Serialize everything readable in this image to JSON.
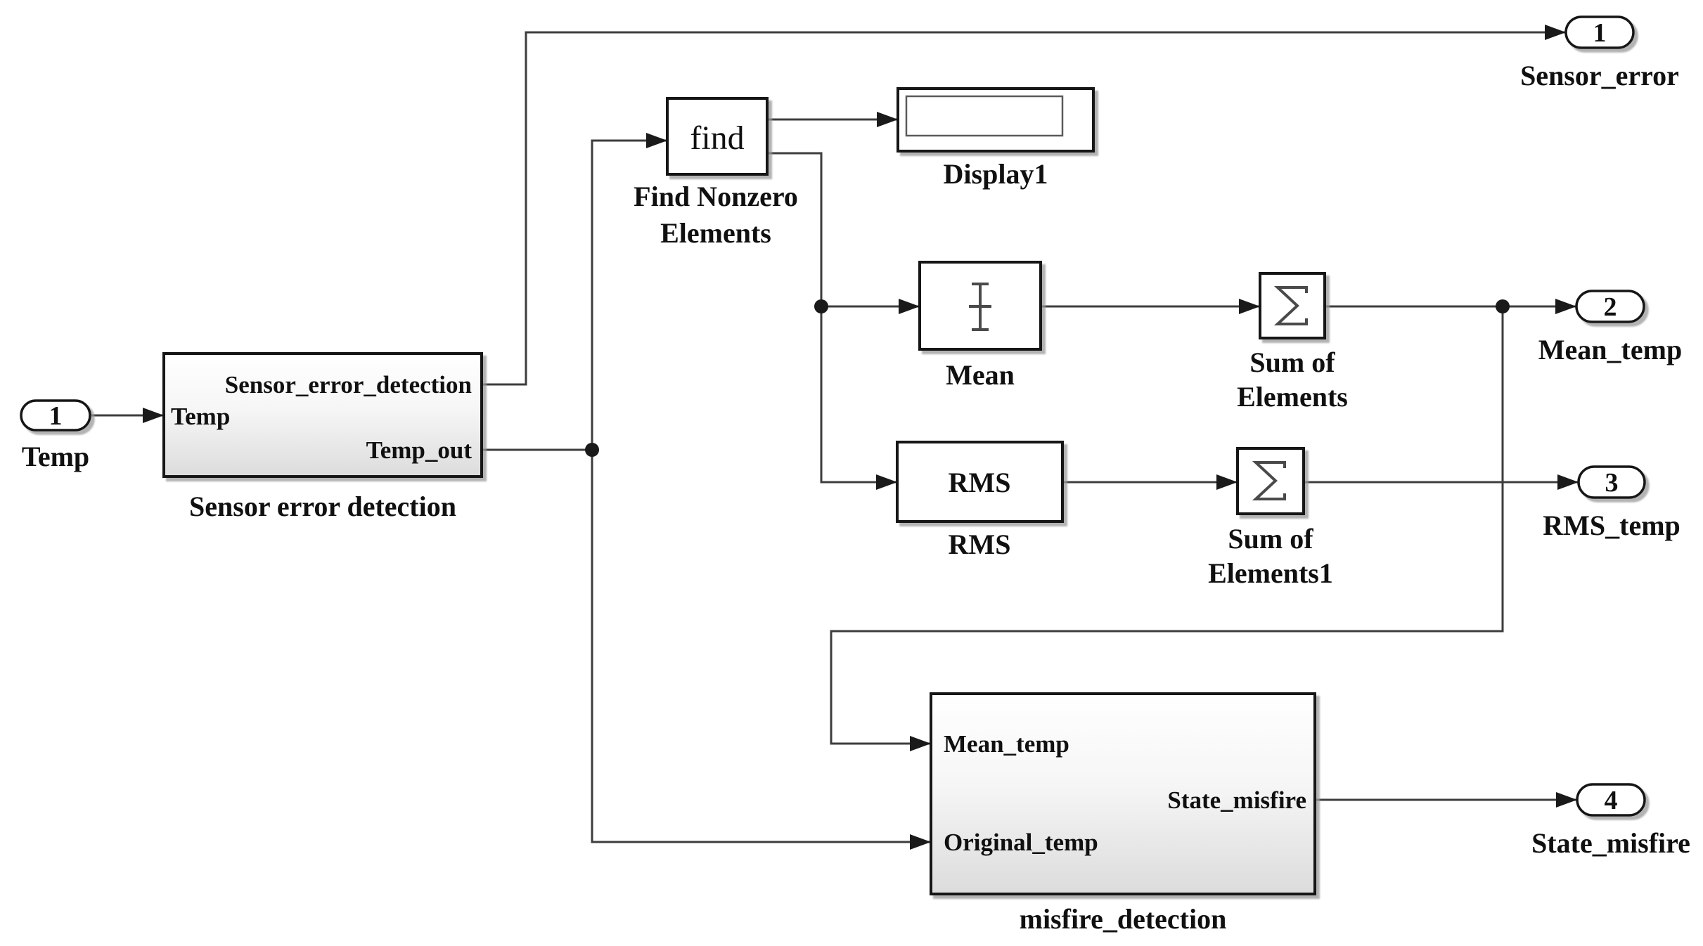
{
  "diagram": {
    "type": "simulink-block-diagram",
    "colors": {
      "background": "#ffffff",
      "wire": "#3d3d3d",
      "block_border": "#161616",
      "subsystem_fill_top": "#ffffff",
      "subsystem_fill_bottom": "#dcdcdc",
      "shadow": "#999999"
    },
    "inport": {
      "number": "1",
      "label": "Temp"
    },
    "outports": [
      {
        "number": "1",
        "label": "Sensor_error"
      },
      {
        "number": "2",
        "label": "Mean_temp"
      },
      {
        "number": "3",
        "label": "RMS_temp"
      },
      {
        "number": "4",
        "label": "State_misfire"
      }
    ],
    "sensor_subsystem": {
      "name": "Sensor error detection",
      "port_in": "Temp",
      "port_out_top": "Sensor_error_detection",
      "port_out_bottom": "Temp_out"
    },
    "find_block": {
      "text": "find",
      "name_line1": "Find Nonzero",
      "name_line2": "Elements"
    },
    "display_block": {
      "name": "Display1",
      "value": ""
    },
    "mean_block": {
      "name": "Mean",
      "icon": "mean-ibeam-icon"
    },
    "sum_block": {
      "name_line1": "Sum of",
      "name_line2": "Elements",
      "icon": "sigma-icon"
    },
    "rms_block": {
      "text": "RMS",
      "name": "RMS"
    },
    "sum1_block": {
      "name_line1": "Sum of",
      "name_line2": "Elements1",
      "icon": "sigma-icon"
    },
    "misfire_subsystem": {
      "name": "misfire_detection",
      "port_in_top": "Mean_temp",
      "port_in_bottom": "Original_temp",
      "port_out": "State_misfire"
    }
  }
}
